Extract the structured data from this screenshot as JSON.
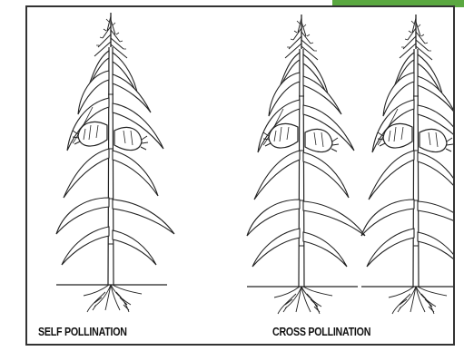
{
  "captions": {
    "self": "SELF POLLINATION",
    "cross": "CROSS POLLINATION"
  },
  "colors": {
    "line": "#222222",
    "border": "#333333",
    "accent_tab": "#5aa840"
  },
  "plants": [
    {
      "group": "self"
    },
    {
      "group": "cross"
    },
    {
      "group": "cross"
    }
  ]
}
